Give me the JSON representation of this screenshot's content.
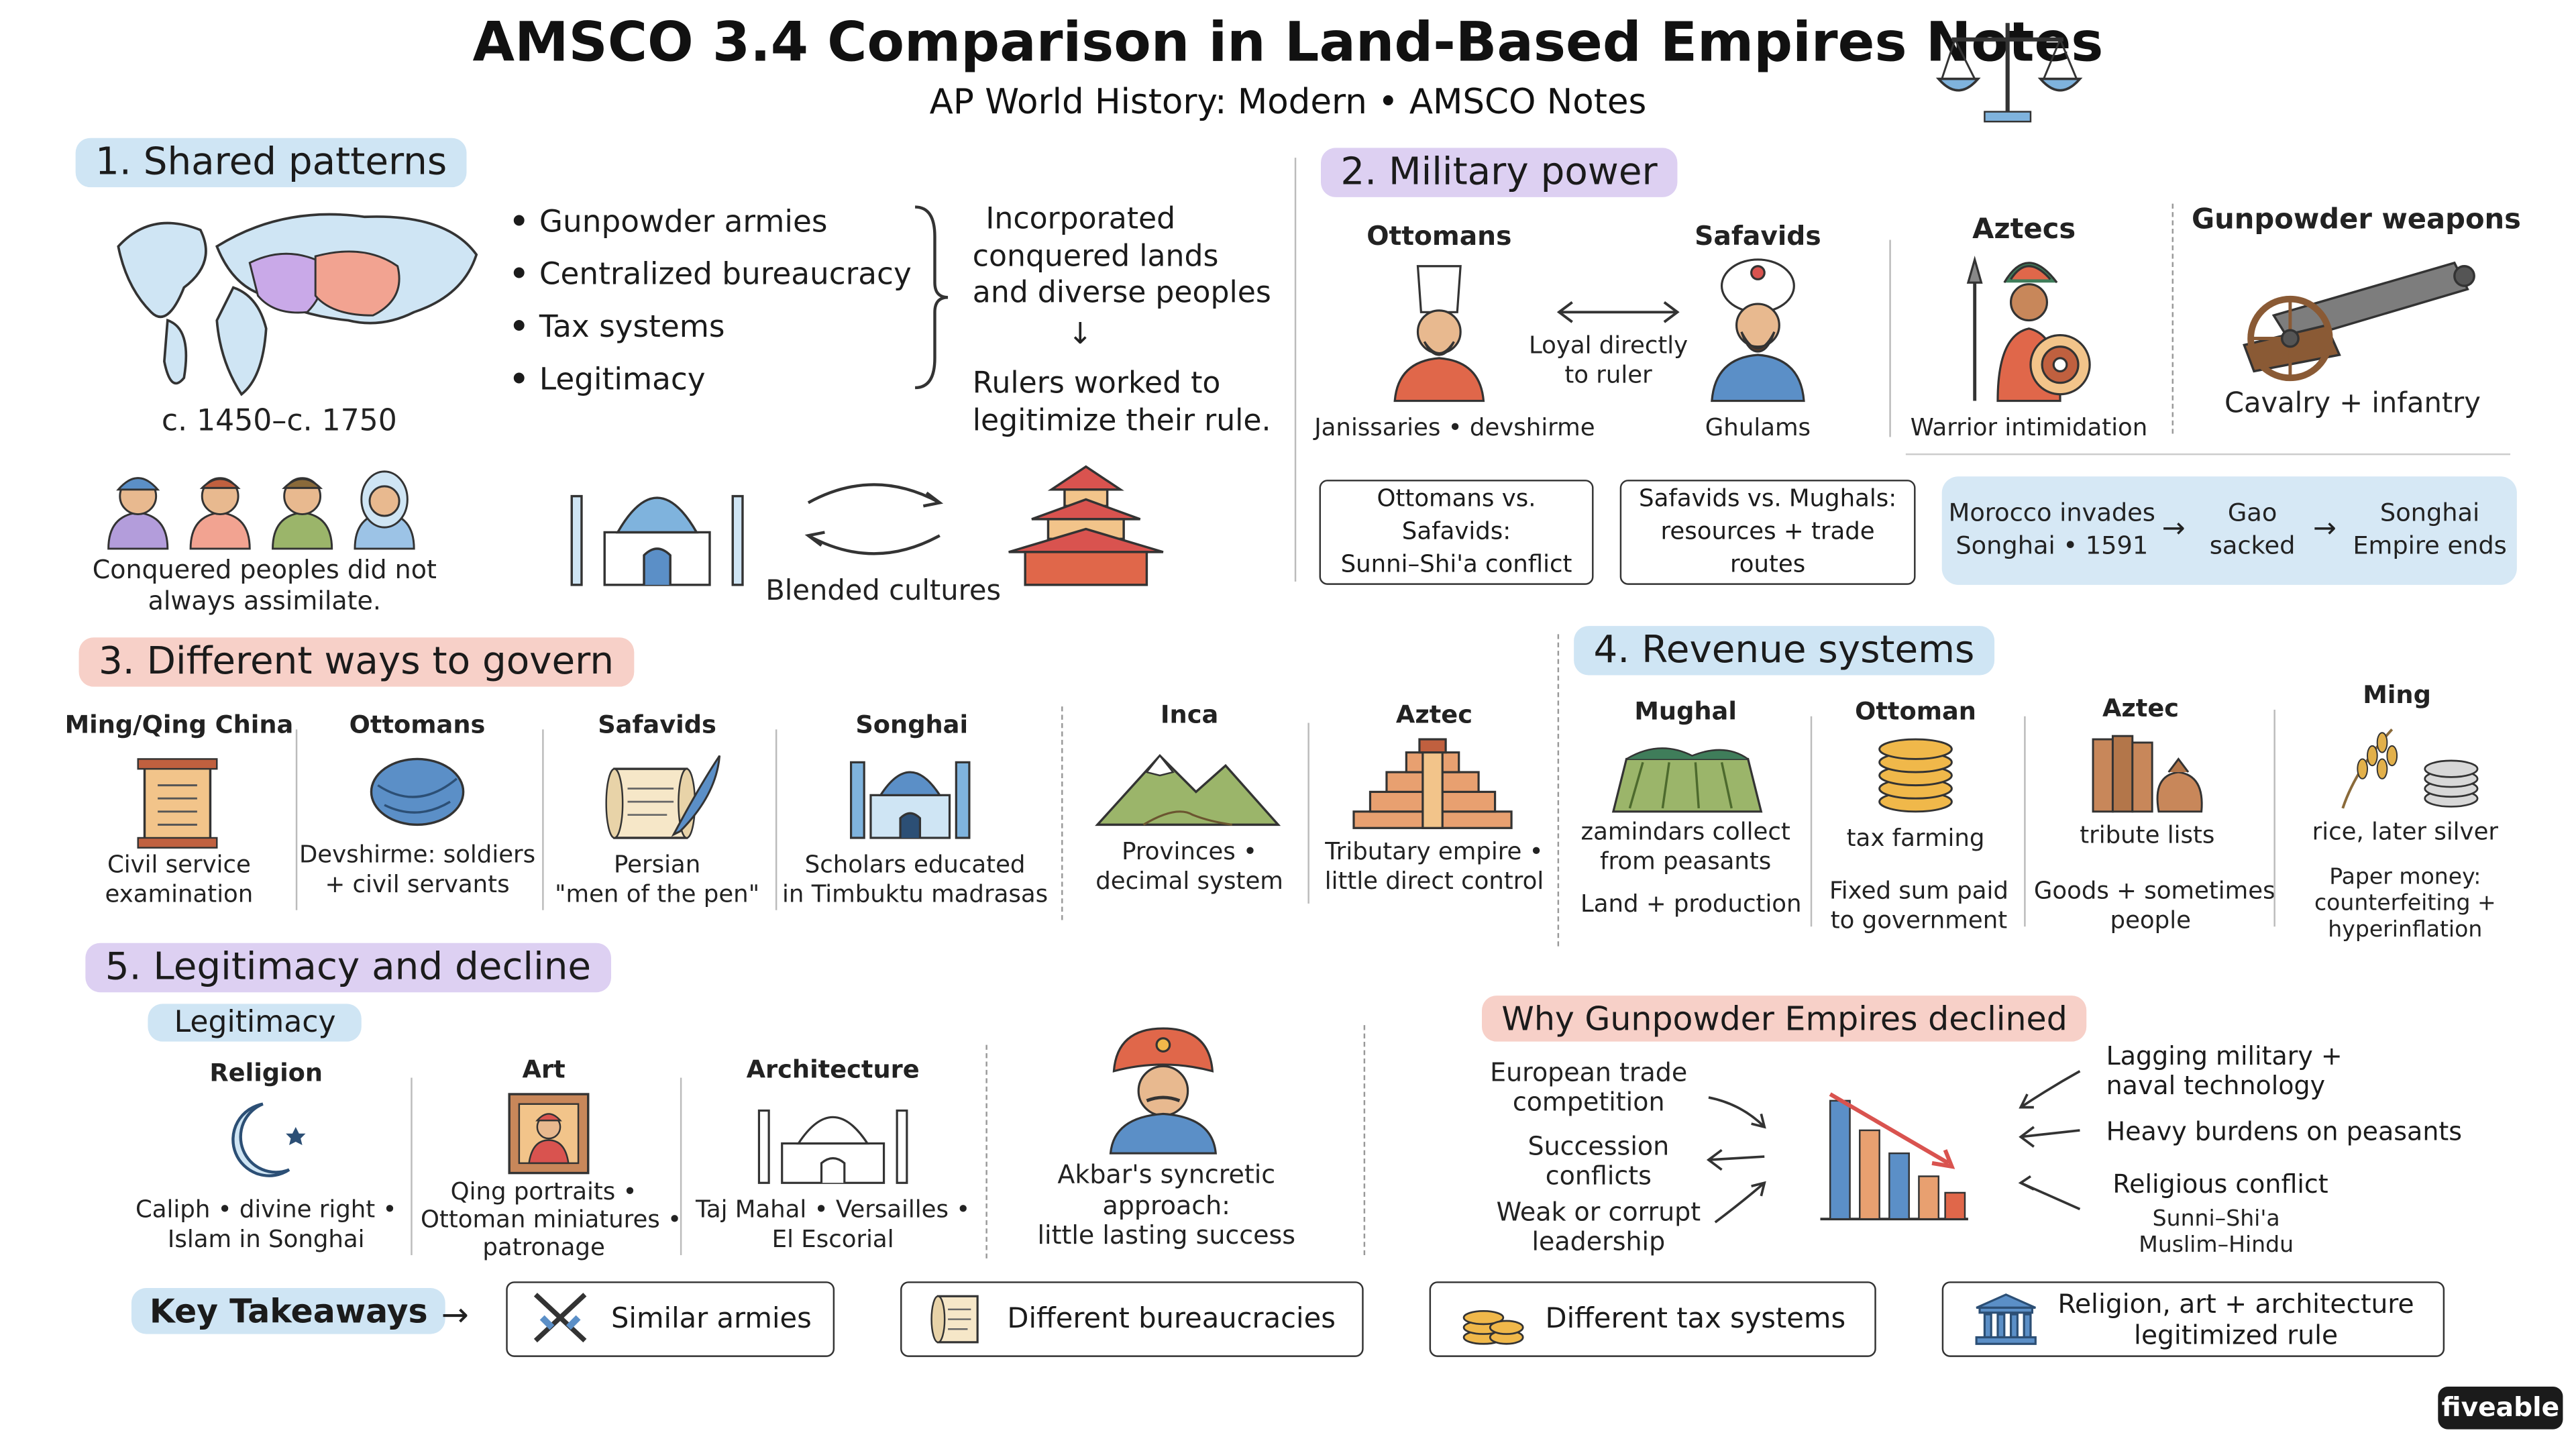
{
  "header": {
    "title": "AMSCO 3.4 Comparison in Land-Based Empires Notes",
    "subtitle": "AP World History: Modern • AMSCO Notes"
  },
  "s1": {
    "heading": "1. Shared patterns",
    "date": "c. 1450–c. 1750",
    "bullets": [
      "Gunpowder armies",
      "Centralized bureaucracy",
      "Tax systems",
      "Legitimacy"
    ],
    "incorporated": [
      "Incorporated",
      "conquered lands",
      "and diverse peoples"
    ],
    "rulers": [
      "Rulers worked to",
      "legitimize their rule."
    ],
    "peoples_caption": [
      "Conquered peoples did not",
      "always assimilate."
    ],
    "blended": "Blended cultures"
  },
  "s2": {
    "heading": "2. Military power",
    "ottomans": "Ottomans",
    "safavids": "Safavids",
    "loyal": [
      "Loyal directly",
      "to ruler"
    ],
    "janissaries": "Janissaries • devshirme",
    "ghulams": "Ghulams",
    "aztecs": "Aztecs",
    "warrior": "Warrior intimidation",
    "gunpowder": "Gunpowder weapons",
    "cavalry": "Cavalry + infantry",
    "box1": [
      "Ottomans vs. Safavids:",
      "Sunni–Shi'a conflict"
    ],
    "box2": [
      "Safavids vs. Mughals:",
      "resources + trade routes"
    ],
    "flow1": [
      "Morocco invades",
      "Songhai • 1591"
    ],
    "flow2": [
      "Gao",
      "sacked"
    ],
    "flow3": [
      "Songhai",
      "Empire ends"
    ]
  },
  "s3": {
    "heading": "3. Different ways to govern",
    "cols": [
      {
        "name": "Ming/Qing China",
        "lines": [
          "Civil service",
          "examination"
        ]
      },
      {
        "name": "Ottomans",
        "lines": [
          "Devshirme: soldiers",
          "+ civil servants"
        ]
      },
      {
        "name": "Safavids",
        "lines": [
          "Persian",
          "\"men of the pen\""
        ]
      },
      {
        "name": "Songhai",
        "lines": [
          "Scholars educated",
          "in Timbuktu madrasas"
        ]
      },
      {
        "name": "Inca",
        "lines": [
          "Provinces •",
          "decimal system"
        ]
      },
      {
        "name": "Aztec",
        "lines": [
          "Tributary empire •",
          "little direct control"
        ]
      }
    ]
  },
  "s4": {
    "heading": "4. Revenue systems",
    "cols": [
      {
        "name": "Mughal",
        "lines": [
          "zamindars collect",
          "from peasants"
        ],
        "sub": [
          "Land + production"
        ]
      },
      {
        "name": "Ottoman",
        "lines": [
          "tax farming"
        ],
        "sub": [
          "Fixed sum paid",
          "to government"
        ]
      },
      {
        "name": "Aztec",
        "lines": [
          "tribute lists"
        ],
        "sub": [
          "Goods + sometimes",
          "people"
        ]
      },
      {
        "name": "Ming",
        "lines": [
          "rice, later silver"
        ],
        "sub": [
          "Paper money:",
          "counterfeiting +",
          "hyperinflation"
        ]
      }
    ]
  },
  "s5": {
    "heading": "5. Legitimacy and decline",
    "legitimacy": "Legitimacy",
    "cols": [
      {
        "name": "Religion",
        "lines": [
          "Caliph • divine right •",
          "Islam in Songhai"
        ]
      },
      {
        "name": "Art",
        "lines": [
          "Qing portraits •",
          "Ottoman miniatures •",
          "patronage"
        ]
      },
      {
        "name": "Architecture",
        "lines": [
          "Taj Mahal • Versailles •",
          "El Escorial"
        ]
      }
    ],
    "akbar": [
      "Akbar's syncretic",
      "approach:",
      "little lasting success"
    ],
    "why": "Why Gunpowder Empires declined",
    "left_causes": [
      [
        "European trade",
        "competition"
      ],
      [
        "Succession",
        "conflicts"
      ],
      [
        "Weak or corrupt",
        "leadership"
      ]
    ],
    "right_causes": [
      [
        "Lagging military +",
        "naval technology"
      ],
      [
        "Heavy burdens on peasants"
      ],
      [
        "Religious conflict"
      ]
    ],
    "religious_sub": [
      "Sunni–Shi'a",
      "Muslim–Hindu"
    ]
  },
  "takeaways": {
    "label": "Key Takeaways",
    "items": [
      "Similar armies",
      "Different bureaucracies",
      "Different tax systems"
    ],
    "last": [
      "Religion, art + architecture",
      "legitimized rule"
    ]
  },
  "brand": "fiveable",
  "colors": {
    "blue_pill": "#cfe5f4",
    "purple_pill": "#ddd0f2",
    "red_pill": "#f7d0c8",
    "ink": "#1b1b1b"
  }
}
